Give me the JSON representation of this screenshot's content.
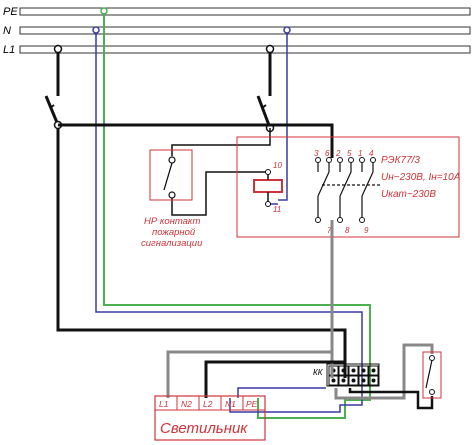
{
  "buses": {
    "pe": "PE",
    "n": "N",
    "l1": "L1"
  },
  "relay": {
    "model": "РЭК77/3",
    "rating": "Uн~230В, Iн=10А",
    "coil_voltage": "Uкат~230В",
    "top_terminals": [
      "3",
      "6",
      "2",
      "5",
      "1",
      "4"
    ],
    "bottom_terminals": [
      "7",
      "8",
      "9"
    ],
    "coil_terminals": [
      "10",
      "11"
    ]
  },
  "fire_contact": {
    "line1": "НР контакт",
    "line2": "пожарной",
    "line3": "сигнализации"
  },
  "terminal_block": {
    "label": "КК"
  },
  "luminaire": {
    "terminals": [
      "L1",
      "N2",
      "L2",
      "N1",
      "PE"
    ],
    "title": "Светильник"
  },
  "colors": {
    "red": "#d0333a",
    "black": "#111111",
    "blue": "#3a3aa8",
    "green": "#4caf50",
    "gray": "#888888"
  }
}
